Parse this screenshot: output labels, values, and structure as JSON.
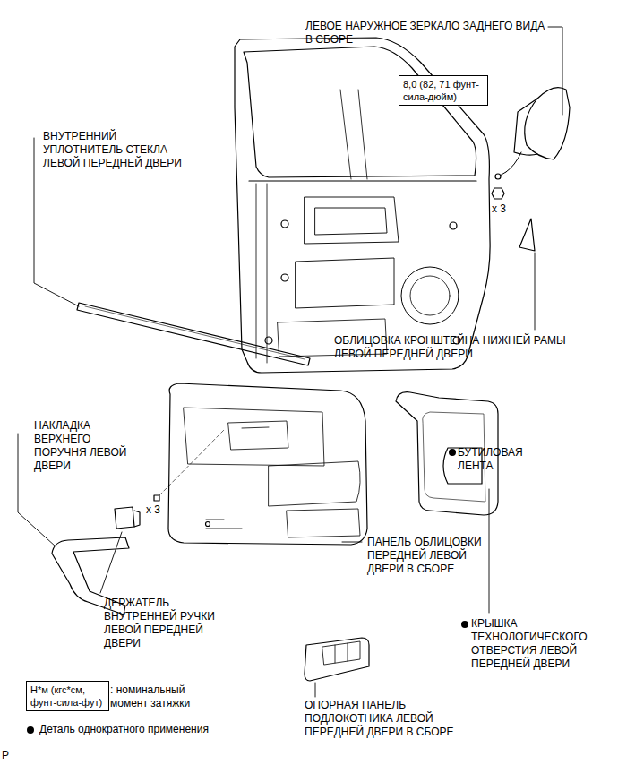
{
  "diagram": {
    "nodes": [
      {
        "text": [
          "8,0 (82, 71 фунт-сила-дюйм)"
        ]
      },
      {
        "text": [
          "Н*м (кгс*см, фунт-сила-фут)"
        ]
      }
    ],
    "labels": [
      "ЛЕВОЕ НАРУЖНОЕ ЗЕРКАЛО ЗАДНЕГО ВИДА В СБОРЕ",
      "ВНУТРЕННИЙ УПЛОТНИТЕЛЬ СТЕКЛА ЛЕВОЙ ПЕРЕДНЕЙ ДВЕРИ",
      "x 3",
      "ОБЛИЦОВКА КРОНШТЕЙНА НИЖНЕЙ РАМЫ ЛЕВОЙ ПЕРЕДНЕЙ ДВЕРИ",
      "НАКЛАДКА ВЕРХНЕГО ПОРУЧНЯ ЛЕВОЙ ДВЕРИ",
      "БУТИЛОВАЯ ЛЕНТА",
      "x 3",
      "ПАНЕЛЬ ОБЛИЦОВКИ ПЕРЕДНЕЙ ЛЕВОЙ ДВЕРИ В СБОРЕ",
      "ДЕРЖАТЕЛЬ ВНУТРЕННЕЙ РУЧКИ ЛЕВОЙ ПЕРЕДНЕЙ ДВЕРИ",
      "КРЫШКА ТЕХНОЛОГИЧЕСКОГО ОТВЕРСТИЯ ЛЕВОЙ ПЕРЕДНЕЙ ДВЕРИ",
      "ОПОРНАЯ ПАНЕЛЬ ПОДЛОКОТНИКА ЛЕВОЙ ПЕРЕДНЕЙ ДВЕРИ В СБОРЕ",
      ": номинальный момент затяжки",
      "P"
    ],
    "legend": [
      {
        "text": "Деталь однократного применения"
      }
    ]
  }
}
